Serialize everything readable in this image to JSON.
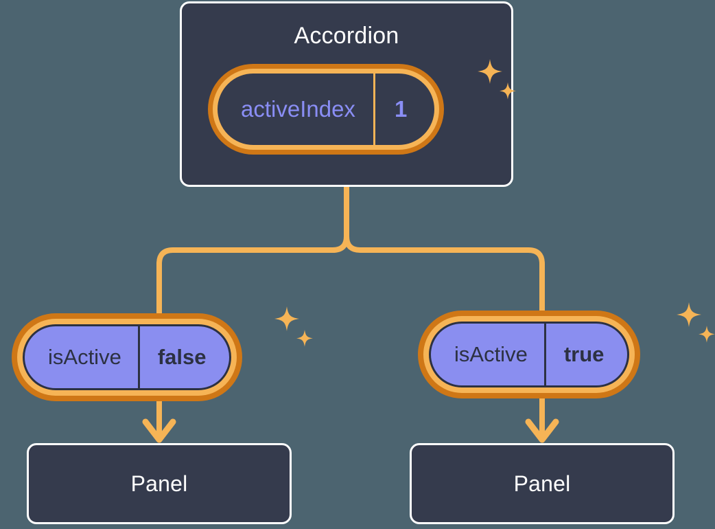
{
  "diagram": {
    "type": "component-state-tree",
    "background_color": "#4c6470",
    "accent_color": "#f6b456",
    "accent_dark_color": "#cf7716",
    "node_fill_color": "#353b4d",
    "node_border_color": "#ffffff",
    "state_fill_color": "#8a8ef0",
    "state_text_color": "#2c3142",
    "state_accent_text_color": "#8a8ef5"
  },
  "root": {
    "title": "Accordion",
    "state": {
      "key": "activeIndex",
      "value": "1"
    }
  },
  "branches": [
    {
      "state": {
        "key": "isActive",
        "value": "false"
      },
      "child": {
        "title": "Panel"
      }
    },
    {
      "state": {
        "key": "isActive",
        "value": "true"
      },
      "child": {
        "title": "Panel"
      }
    }
  ],
  "icons": {
    "sparkle_large": "sparkle-large-icon",
    "sparkle_small": "sparkle-small-icon",
    "arrow_down": "arrow-down-icon"
  }
}
